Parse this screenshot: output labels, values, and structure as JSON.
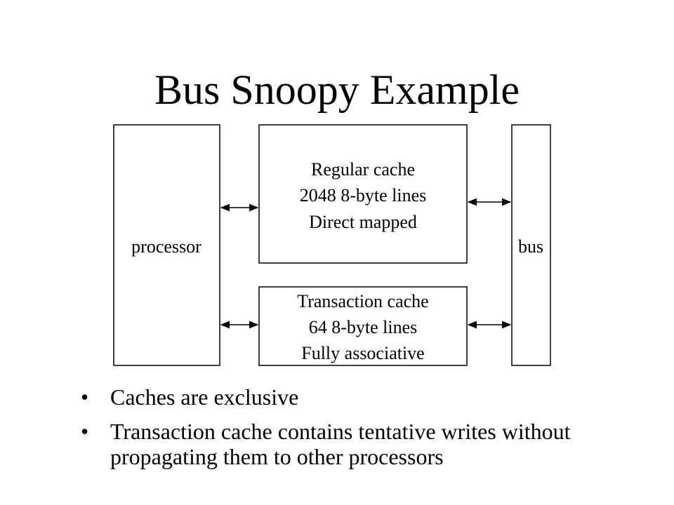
{
  "slide": {
    "title": "Bus Snoopy Example"
  },
  "diagram": {
    "processor_label": "processor",
    "bus_label": "bus",
    "regular_cache": {
      "line1": "Regular cache",
      "line2": "2048 8-byte lines",
      "line3": "Direct mapped"
    },
    "transaction_cache": {
      "line1": "Transaction cache",
      "line2": "64 8-byte lines",
      "line3": "Fully associative"
    }
  },
  "bullets": [
    {
      "marker": "•",
      "text": "Caches are exclusive"
    },
    {
      "marker": "•",
      "text": "Transaction cache contains tentative writes without propagating them to other processors"
    }
  ]
}
